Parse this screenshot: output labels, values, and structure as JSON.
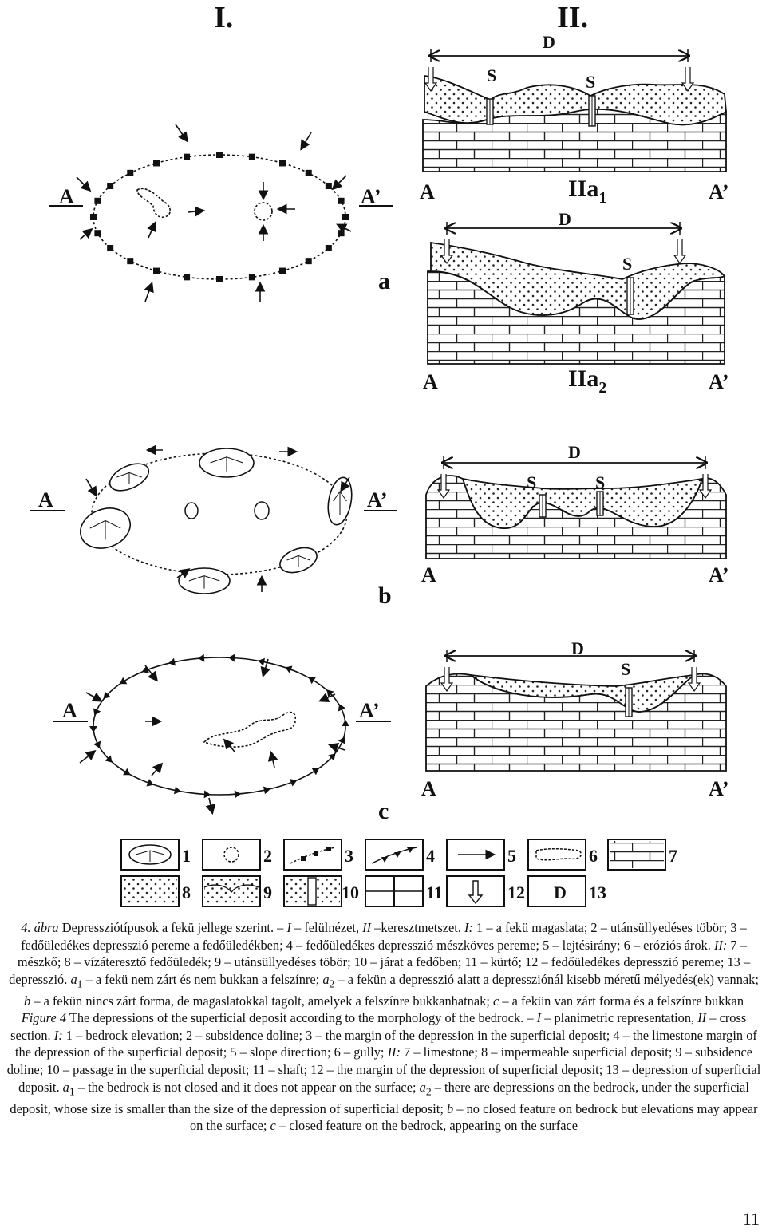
{
  "figure": {
    "col_left_label": "I.",
    "col_right_label": "II.",
    "row_labels": [
      "a",
      "b",
      "c"
    ],
    "a_left": "A",
    "a_right": "A’",
    "depression_label": "D",
    "doline_label": "S",
    "sub_a1_main": "IIa",
    "sub_a1_sub": "1",
    "sub_a2_main": "IIa",
    "sub_a2_sub": "2",
    "legend": [
      {
        "num": "1",
        "icon": "bedrock-elevation-icon"
      },
      {
        "num": "2",
        "icon": "subsidence-doline-icon"
      },
      {
        "num": "3",
        "icon": "depression-margin-icon"
      },
      {
        "num": "4",
        "icon": "limestone-margin-icon"
      },
      {
        "num": "5",
        "icon": "slope-direction-arrow-icon"
      },
      {
        "num": "6",
        "icon": "gully-icon"
      },
      {
        "num": "7",
        "icon": "limestone-icon"
      },
      {
        "num": "8",
        "icon": "impermeable-deposit-icon"
      },
      {
        "num": "9",
        "icon": "subsidence-doline-section-icon"
      },
      {
        "num": "10",
        "icon": "passage-icon"
      },
      {
        "num": "11",
        "icon": "shaft-icon"
      },
      {
        "num": "12",
        "icon": "deposit-margin-arrow-icon"
      },
      {
        "num": "13",
        "icon": "depression-label-icon",
        "text": "D"
      }
    ]
  },
  "caption": {
    "hu": {
      "fig_no": "4. ábra",
      "t1": " Depressziótípusok a fekü jellege szerint. – ",
      "i_I": "I",
      "t2": " – felülnézet, ",
      "i_II": "II",
      "t3": " –keresztmetszet. ",
      "i_I2": "I:",
      "t4": " 1 – a fekü magaslata; 2 – utánsüllyedéses töbör; 3 – fedőüledékes depresszió pereme a fedőüledékben; 4 – fedőüledékes depresszió mészköves pereme; 5 – lejtésirány; 6 – eróziós árok. ",
      "i_II2": "II:",
      "t5": " 7 – mészkő; 8 – vízáteresztő fedőüledék; 9 – utánsüllyedéses töbör; 10 – járat a fedőben; 11 – kürtő; 12 – fedőüledékes depresszió pereme; 13 – depresszió. ",
      "i_a1": "a",
      "s_a1": "1",
      "t6": " – a fekü nem zárt és nem bukkan a felszínre; ",
      "i_a2": "a",
      "s_a2": "2",
      "t7": " – a fekün a depresszió alatt a depressziónál kisebb méretű mélyedés(ek) vannak; ",
      "i_b": "b",
      "t8": " – a fekün nincs zárt forma, de magaslatokkal tagolt, amelyek a felszínre bukkanhatnak; ",
      "i_c": "c",
      "t9": " – a fekün van zárt forma és a felszínre bukkan"
    },
    "en": {
      "fig_no": "Figure 4",
      "t1": " The depressions of the superficial deposit according to the morphology of the bedrock. – ",
      "i_I": "I",
      "t2": " – planimetric representation, ",
      "i_II": "II",
      "t3": " – cross section. ",
      "i_I2": "I:",
      "t4": " 1 – bedrock elevation; 2 – subsidence doline; 3 – the margin of the depression in the superficial deposit; 4 – the limestone margin of the depression of the superficial deposit; 5 – slope direction; 6 – gully; ",
      "i_II2": "II:",
      "t5": " 7 – limestone; 8 – impermeable superficial deposit; 9 – subsidence doline; 10 – passage in the superficial deposit; 11 – shaft; 12 – the margin of the depression of superficial deposit; 13 – depression of superficial deposit. ",
      "i_a1": "a",
      "s_a1": "1",
      "t6": " – the bedrock is not closed and it does not appear on the surface; ",
      "i_a2": "a",
      "s_a2": "2",
      "t7": " – there are depressions on the bedrock, under the superficial deposit, whose size is smaller than the size of the depression of superficial deposit; ",
      "i_b": "b",
      "t8": " – no closed feature on bedrock but elevations may appear on the surface; ",
      "i_c": "c",
      "t9": " – closed feature on the bedrock, appearing on the surface"
    }
  },
  "page_number": "11"
}
